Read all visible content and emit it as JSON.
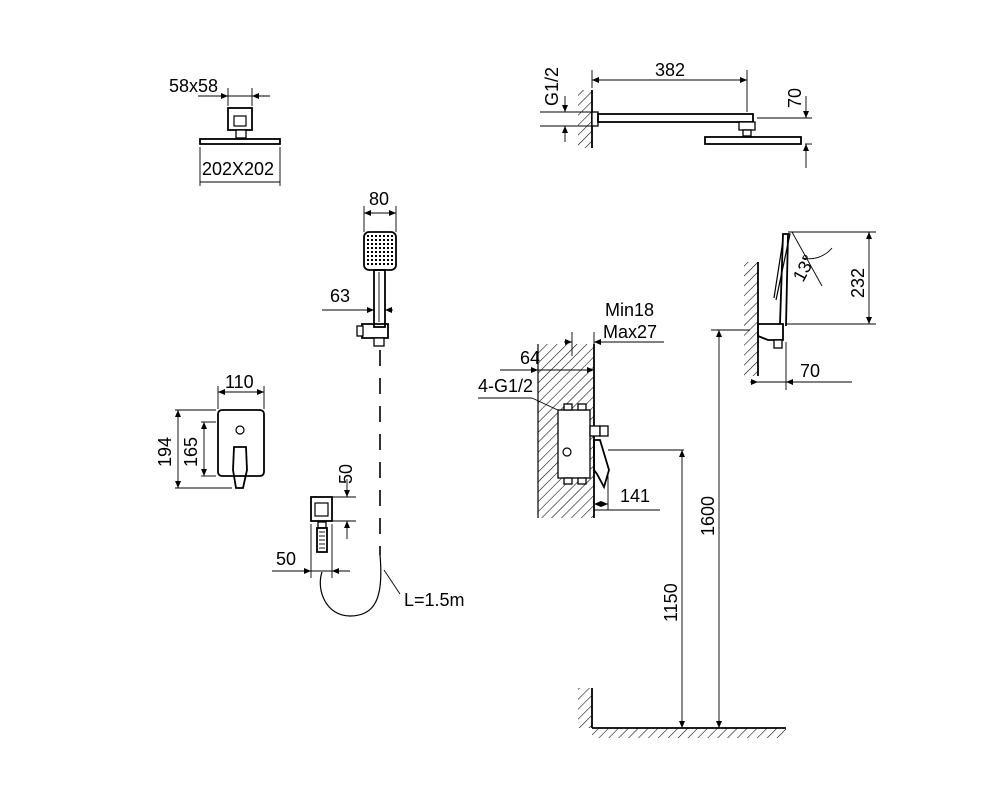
{
  "dimensions": {
    "flange": "58x58",
    "rain_head": "202X202",
    "arm_length": "382",
    "arm_drop": "70",
    "arm_thread": "G1/2",
    "hand_shower_width": "80",
    "handle_width": "63",
    "cover_plate_width": "110",
    "cover_plate_height": "194",
    "cover_inner_height": "165",
    "outlet_height": "50",
    "outlet_width": "50",
    "hose_length": "L=1.5m",
    "wall_depth_min": "Min18",
    "wall_depth_max": "Max27",
    "box_depth": "64",
    "box_threads": "4-G1/2",
    "mixer_projection": "141",
    "mixer_height": "1150",
    "overhead_height": "1600",
    "holder_height": "232",
    "holder_angle": "13°",
    "holder_projection": "70"
  },
  "colors": {
    "line": "#000000",
    "background": "#ffffff"
  }
}
